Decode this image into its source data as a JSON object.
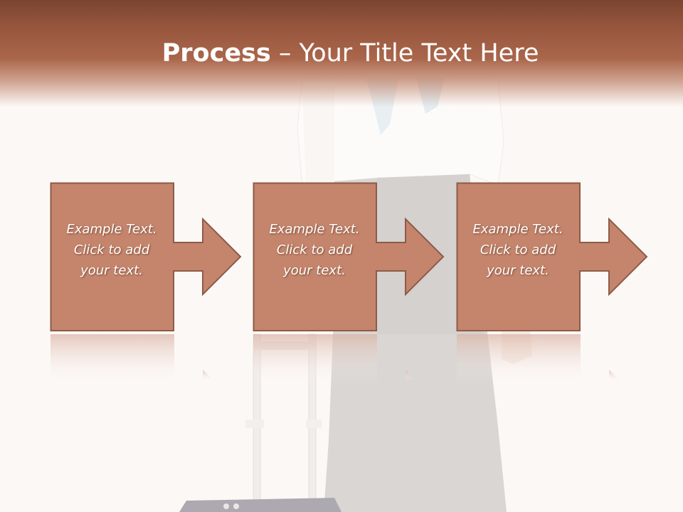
{
  "slide": {
    "title_bold": "Process",
    "title_rest": " – Your Title Text Here"
  },
  "steps": [
    {
      "line1": "Example Text.",
      "line2": "Click  to add",
      "line3": "your text."
    },
    {
      "line1": "Example Text.",
      "line2": "Click  to add",
      "line3": "your text."
    },
    {
      "line1": "Example Text.",
      "line2": "Click  to add",
      "line3": "your text."
    }
  ],
  "colors": {
    "header_dark": "#7a4430",
    "header_mid": "#aa664b",
    "box_fill": "#c4856c",
    "box_stroke": "#8e5a48",
    "background": "#fcf8f6"
  }
}
